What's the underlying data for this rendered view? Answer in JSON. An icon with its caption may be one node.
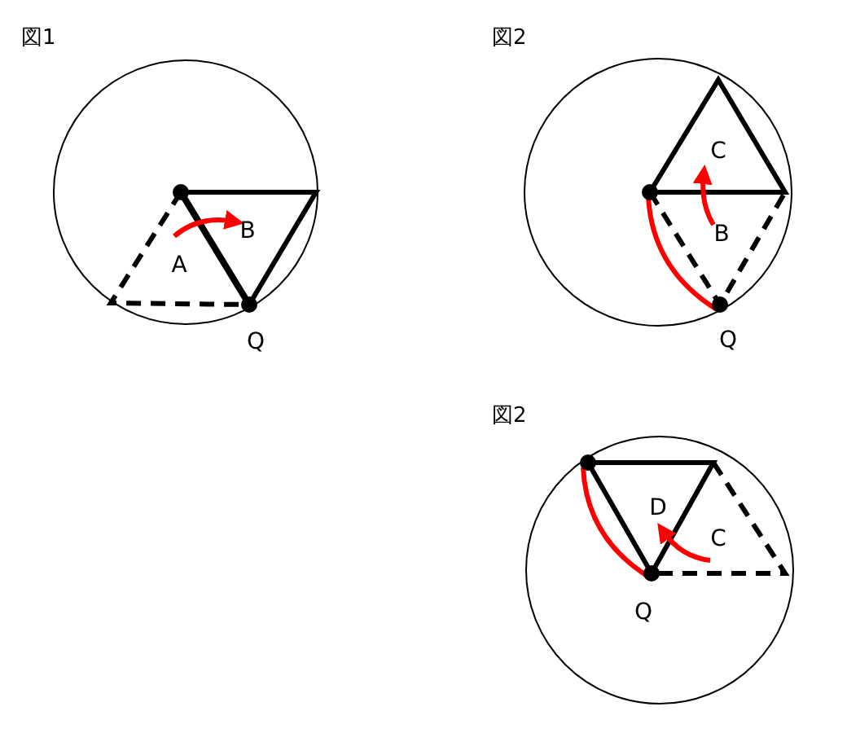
{
  "diagram": {
    "labels": [
      "図1",
      "A",
      "B",
      "Q",
      "図2",
      "C",
      "B",
      "Q",
      "図2",
      "D",
      "C",
      "Q"
    ]
  }
}
